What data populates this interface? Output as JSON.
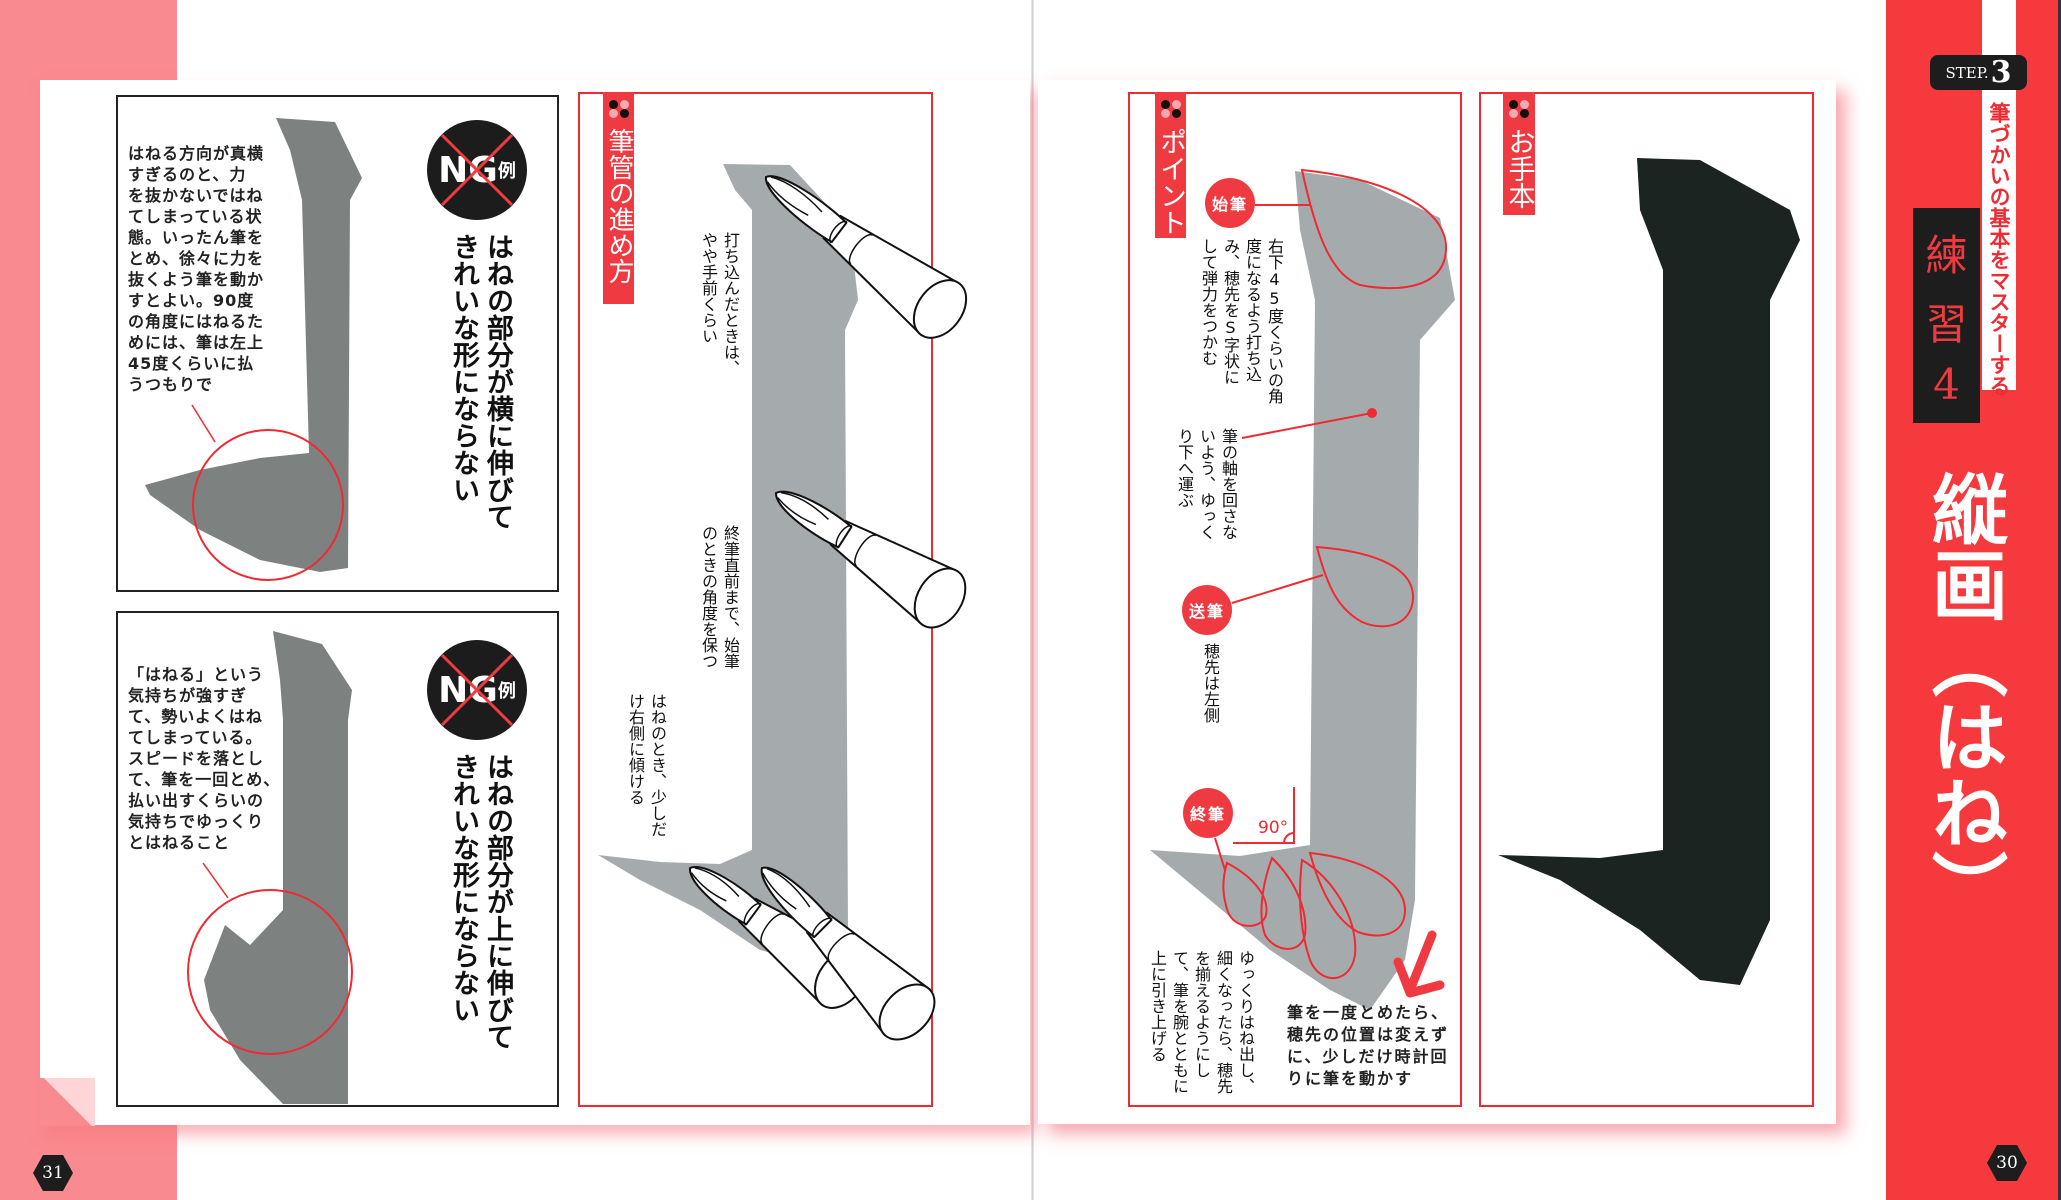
{
  "left_page": {
    "page_number": "31",
    "ng_examples": [
      {
        "badge": "NG",
        "badge_suffix": "例",
        "heading_lines": [
          "はねの部分が横に伸びて",
          "きれいな形にならない"
        ],
        "desc_lines": [
          "はねる方向が真横",
          "すぎるのと、力",
          "を抜かないではね",
          "てしまっている状",
          "態。いったん筆を",
          "とめ、徐々に力を",
          "抜くよう筆を動か",
          "すとよい。90度",
          "の角度にはねるた",
          "めには、筆は左上",
          "45度くらいに払",
          "うつもりで"
        ]
      },
      {
        "badge": "NG",
        "badge_suffix": "例",
        "heading_lines": [
          "はねの部分が上に伸びて",
          "きれいな形にならない"
        ],
        "desc_lines": [
          "「はねる」という",
          "気持ちが強すぎ",
          "て、勢いよくはね",
          "てしまっている。",
          "スピードを落とし",
          "て、筆を一回とめ、",
          "払い出すくらいの",
          "気持ちでゆっくり",
          "とはねること"
        ]
      }
    ],
    "brush_section": {
      "tab_label": "筆管の進め方",
      "notes": [
        {
          "lines": [
            "打ち込んだときは、",
            "やや手前くらい"
          ]
        },
        {
          "lines": [
            "終筆直前まで、始筆",
            "のときの角度を保つ"
          ]
        },
        {
          "lines": [
            "はねのとき、少しだ",
            "け右側に傾ける"
          ]
        }
      ]
    }
  },
  "right_page": {
    "page_number": "30",
    "point_section": {
      "tab_label": "ポイント",
      "start": {
        "label": "始筆",
        "lines": [
          "右下45度くらいの角",
          "度になるよう打ち込",
          "み、穂先をS字状に",
          "して弾力をつかむ"
        ]
      },
      "axis_note": {
        "lines": [
          "筆の軸を回さな",
          "いよう、ゆっく",
          "り下へ運ぶ"
        ]
      },
      "send": {
        "label": "送筆",
        "lines": [
          "穂先は左側"
        ]
      },
      "end": {
        "label": "終筆",
        "angle": "90°",
        "lines": [
          "ゆっくりはね出し、",
          "細くなったら、穂先",
          "を揃えるようにし",
          "て、筆を腕とともに",
          "上に引き上げる"
        ],
        "horizontal_lines": [
          "筆を一度とめたら、",
          "穂先の位置は変えず",
          "に、少しだけ時計回",
          "りに筆を動かす"
        ]
      }
    },
    "model_section": {
      "tab_label": "お手本"
    },
    "sidebar": {
      "step_label": "STEP.",
      "step_number": "3",
      "subtitle": "筆づかいの基本をマスターする",
      "practice": [
        "練",
        "習",
        "4"
      ],
      "title": "縦画（はね）"
    }
  },
  "colors": {
    "accent_red": "#ee3a40",
    "pink": "#f98a8f",
    "stroke_gray": "#9ea4a6",
    "ng_gray": "#7d8281",
    "ink": "#1c2422"
  }
}
